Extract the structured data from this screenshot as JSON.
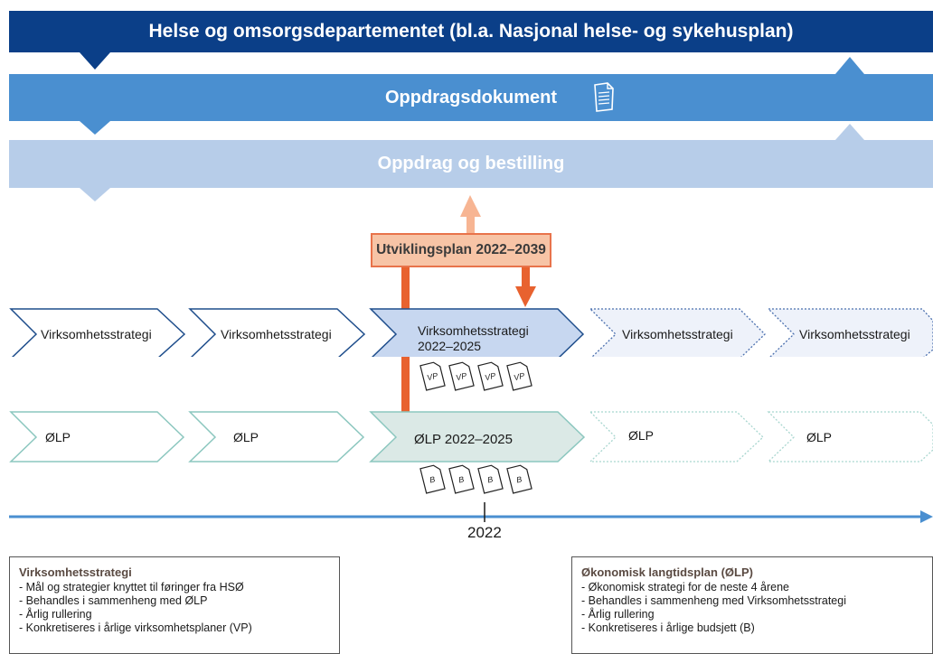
{
  "bands": {
    "ministry": "Helse og omsorgsdepartementet (bl.a. Nasjonal helse- og sykehusplan)",
    "assignment_doc": "Oppdragsdokument",
    "order": "Oppdrag og bestilling"
  },
  "plan": {
    "label": "Utviklingsplan 2022–2039"
  },
  "strategy_row": {
    "items": [
      "Virksomhetsstrategi",
      "Virksomhetsstrategi",
      "Virksomhetsstrategi\n2022–2025",
      "Virksomhetsstrategi",
      "Virksomhetsstrategi"
    ],
    "doc_label": "VP"
  },
  "olp_row": {
    "items": [
      "ØLP",
      "ØLP",
      "ØLP 2022–2025",
      "ØLP",
      "ØLP"
    ],
    "doc_label": "B"
  },
  "timeline": {
    "year": "2022"
  },
  "box_left": {
    "title": "Virksomhetsstrategi",
    "items": [
      "Mål og strategier knyttet til føringer fra HSØ",
      "Behandles i sammenheng med ØLP",
      "Årlig rullering",
      "Konkretiseres i årlige virksomhetsplaner (VP)"
    ]
  },
  "box_right": {
    "title": "Økonomisk langtidsplan (ØLP)",
    "items": [
      "Økonomisk strategi for de neste 4 årene",
      "Behandles i sammenheng med Virksomhetsstrategi",
      "Årlig rullering",
      "Konkretiseres i årlige budsjett (B)"
    ]
  },
  "colors": {
    "dark_blue": "#0b3f88",
    "mid_blue": "#4a8fd0",
    "light_blue": "#b7cde9",
    "orange": "#e8734b",
    "peach": "#f7c4a6",
    "teal_fill": "#dbe9e6",
    "teal_border": "#8cc7bf"
  }
}
